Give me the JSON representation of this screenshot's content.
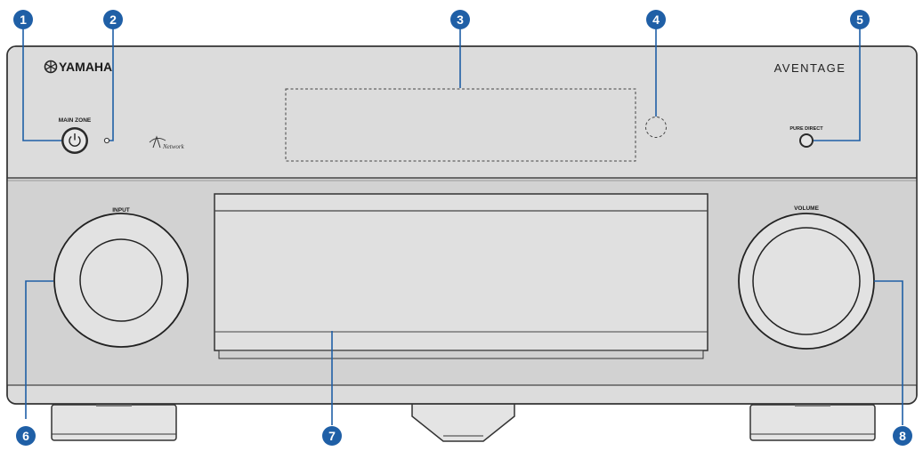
{
  "brand": {
    "name": "YAMAHA",
    "series": "AVENTAGE",
    "network_logo": "Network"
  },
  "labels": {
    "main_zone": "MAIN ZONE",
    "pure_direct": "PURE DIRECT",
    "input": "INPUT",
    "volume": "VOLUME"
  },
  "callouts": [
    {
      "num": "1"
    },
    {
      "num": "2"
    },
    {
      "num": "3"
    },
    {
      "num": "4"
    },
    {
      "num": "5"
    },
    {
      "num": "6"
    },
    {
      "num": "7"
    },
    {
      "num": "8"
    }
  ],
  "colors": {
    "callout": "#1f5fa6",
    "panel": "#dcdcdc",
    "panel_lower": "#d2d2d2",
    "outline": "#333333"
  },
  "icons": {
    "power": "power-icon",
    "yamaha_emblem": "tuning-fork-emblem-icon"
  }
}
